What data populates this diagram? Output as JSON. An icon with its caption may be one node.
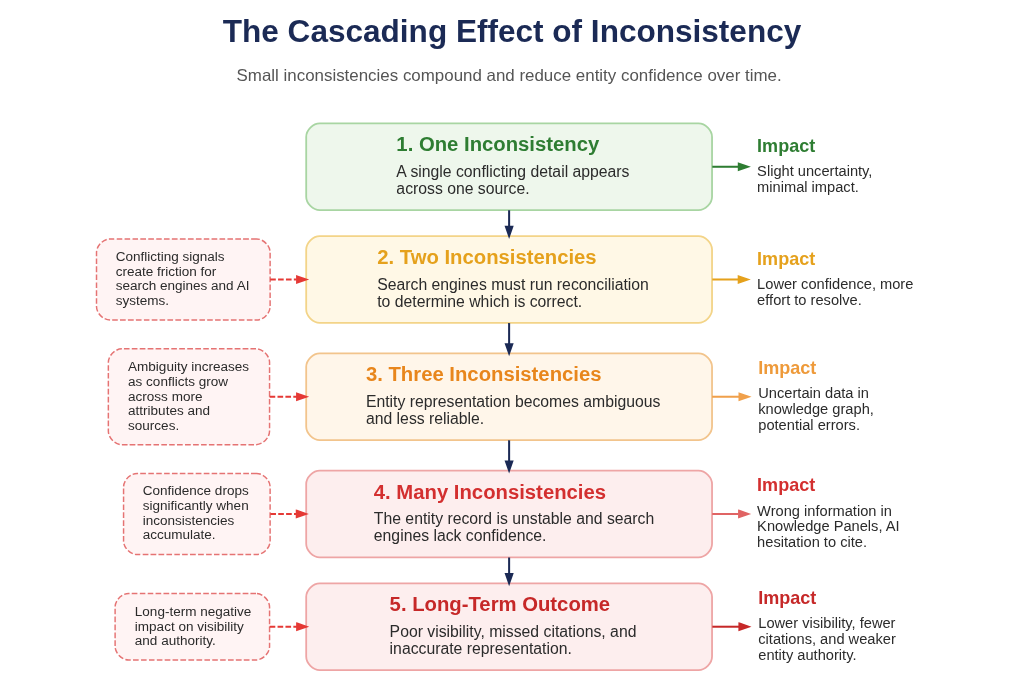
{
  "diagram": {
    "title": "The Cascading Effect of Inconsistency",
    "nodes": [
      {
        "text": [
          "1. One Inconsistency",
          "A single conflicting detail appears across one source."
        ]
      },
      {
        "text": [
          "Impact",
          "Slight uncertainty, minimal impact."
        ]
      },
      {
        "text": [
          "Conflicting signals create friction for search engines and AI systems."
        ]
      },
      {
        "text": [
          "2. Two Inconsistencies",
          "Search engines must run reconciliation to determine which is correct."
        ]
      },
      {
        "text": [
          "Impact",
          "Lower confidence, more effort to resolve."
        ]
      },
      {
        "text": [
          "Ambiguity increases as conflicts grow across more attributes and sources."
        ]
      },
      {
        "text": [
          "3. Three Inconsistencies",
          "Entity representation becomes ambiguous and less reliable."
        ]
      },
      {
        "text": [
          "Impact",
          "Uncertain data in knowledge graph, potential errors."
        ]
      },
      {
        "text": [
          "Confidence drops significantly when inconsistencies accumulate."
        ]
      },
      {
        "text": [
          "4. Many Inconsistencies",
          "The entity record is unstable and search engines lack confidence."
        ]
      },
      {
        "text": [
          "Impact",
          "Wrong information in Knowledge Panels, AI hesitation to cite."
        ]
      },
      {
        "text": [
          "Long-term negative impact on visibility and authority."
        ]
      },
      {
        "text": [
          "5. Long-Term Outcome",
          "Poor visibility, missed citations, and inaccurate representation."
        ]
      },
      {
        "text": [
          "Impact",
          "Lower visibility, fewer citations, and weaker entity authority."
        ]
      }
    ],
    "edges": [
      {
        "from": 0,
        "to": 3,
        "arrow": "to"
      },
      {
        "from": 3,
        "to": 6,
        "arrow": "to"
      },
      {
        "from": 6,
        "to": 9,
        "arrow": "to"
      },
      {
        "from": 9,
        "to": 12,
        "arrow": "to"
      },
      {
        "from": 0,
        "to": 1,
        "arrow": "to",
        "color": "#2e7d32"
      },
      {
        "from": 3,
        "to": 4,
        "arrow": "to",
        "color": "#e5a11c"
      },
      {
        "from": 6,
        "to": 7,
        "arrow": "to",
        "color": "#f0a04b"
      },
      {
        "from": 9,
        "to": 10,
        "arrow": "to",
        "color": "#e06464"
      },
      {
        "from": 12,
        "to": 13,
        "arrow": "to",
        "color": "#c62828"
      },
      {
        "from": 2,
        "to": 3,
        "arrow": "to",
        "style": "dashed",
        "color": "#e53935"
      },
      {
        "from": 5,
        "to": 6,
        "arrow": "to",
        "style": "dashed",
        "color": "#e53935"
      },
      {
        "from": 8,
        "to": 9,
        "arrow": "to",
        "style": "dashed",
        "color": "#e53935"
      },
      {
        "from": 11,
        "to": 12,
        "arrow": "to",
        "style": "dashed",
        "color": "#e53935"
      }
    ],
    "labels": [
      "Small inconsistencies compound and reduce entity confidence over time."
    ]
  }
}
